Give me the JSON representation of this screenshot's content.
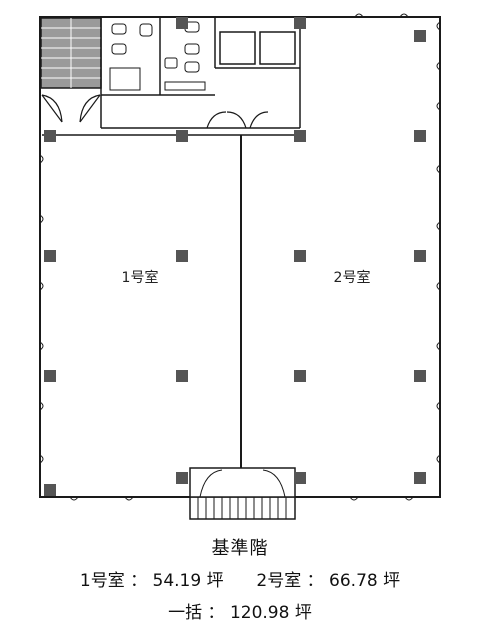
{
  "rooms": {
    "room1_name": "1号室",
    "room2_name": "2号室"
  },
  "caption": {
    "floor_name": "基準階",
    "room1_label": "1号室",
    "room1_area": "54.19",
    "room2_label": "2号室",
    "room2_area": "66.78",
    "total_label": "一括",
    "total_area": "120.98",
    "unit": "坪",
    "separator": "："
  },
  "colors": {
    "wall": "#1a1a1a",
    "column": "#555555",
    "stair_fill": "#9a9a9a"
  }
}
